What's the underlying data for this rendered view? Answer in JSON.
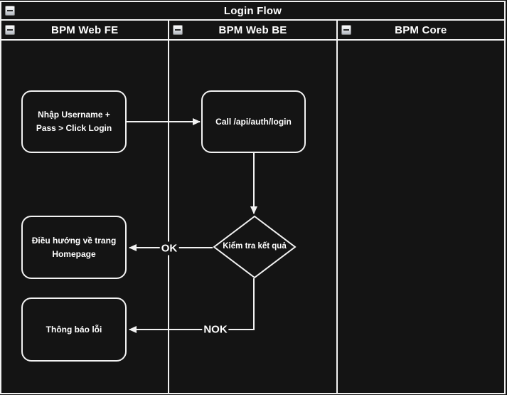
{
  "diagram": {
    "title": "Login Flow",
    "lanes": [
      {
        "label": "BPM Web FE"
      },
      {
        "label": "BPM Web BE"
      },
      {
        "label": "BPM Core"
      }
    ],
    "nodes": {
      "input_credentials": {
        "label": "Nhập Username + Pass > Click Login"
      },
      "call_login_api": {
        "label": "Call /api/auth/login"
      },
      "check_result": {
        "label": "Kiểm tra kết quả"
      },
      "navigate_homepage": {
        "label": "Điều hướng về trang Homepage"
      },
      "error_message": {
        "label": "Thông báo lỗi"
      }
    },
    "edge_labels": {
      "ok": "OK",
      "nok": "NOK"
    },
    "icons": {
      "collapse": "minus-square"
    },
    "colors": {
      "canvas": "#141414",
      "stroke": "#f2f2f2",
      "text": "#ffffff"
    }
  }
}
